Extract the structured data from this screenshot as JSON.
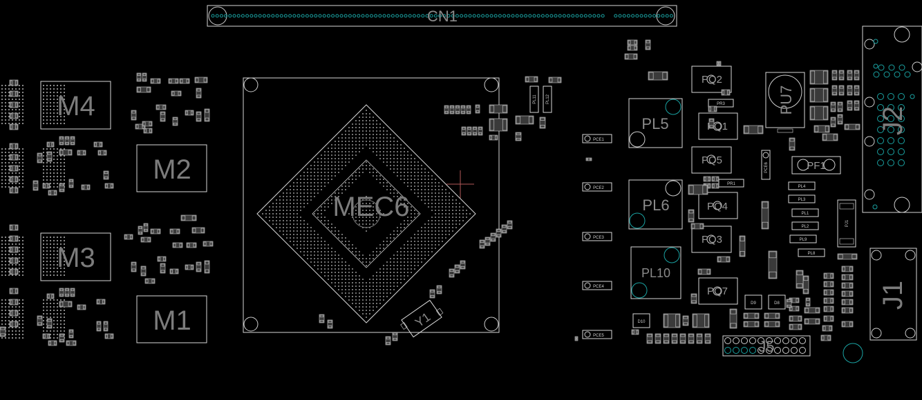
{
  "labels": {
    "cn1": "CN1",
    "mec6": "MEC6",
    "m1": "M1",
    "m2": "M2",
    "m3": "M3",
    "m4": "M4",
    "pl5": "PL5",
    "pl6": "PL6",
    "pl10": "PL10",
    "pu7": "PU7",
    "pq1": "PQ1",
    "pq2": "PQ2",
    "pq3": "PQ3",
    "pq4": "PQ4",
    "pq5": "PQ5",
    "pq7": "PQ7",
    "y1": "Y1",
    "j5": "J5",
    "j1": "J1",
    "j2": "J2",
    "pf1": "PF1",
    "pj1": "PJ1"
  },
  "small_labels": {
    "pce1": "PCE1",
    "pce2": "PCE2",
    "pce3": "PCE3",
    "pce4": "PCE4",
    "pce5": "PCE5",
    "pce6": "PCE6",
    "pr3": "PR3",
    "pr1": "PR1",
    "pl4": "PL4",
    "pl3": "PL3",
    "pl1": "PL1",
    "pl2": "PL2",
    "pl9": "PL9",
    "pl8": "PL8",
    "pl11": "PL11",
    "pl12": "PL12",
    "d9": "D9",
    "d8": "D8",
    "d10": "D10"
  },
  "colors": {
    "background": "#000000",
    "outline": "#d8d8d8",
    "label": "#808080",
    "via": "#1aa3a3",
    "marker": "#b35a5a"
  }
}
